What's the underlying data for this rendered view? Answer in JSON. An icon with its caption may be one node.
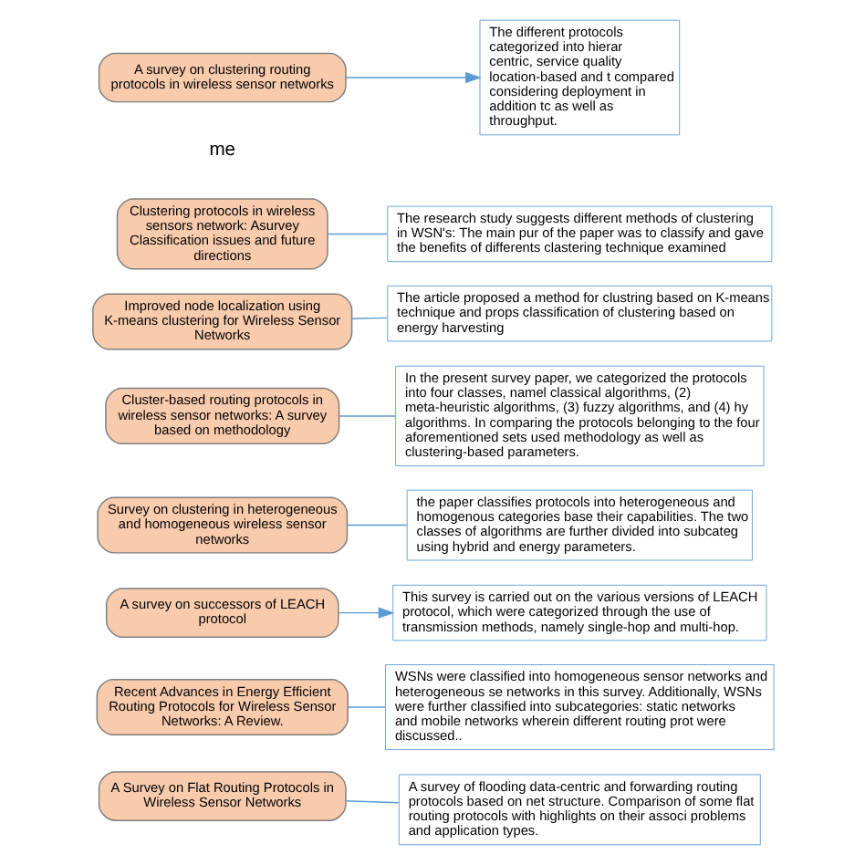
{
  "diagram": {
    "nodes": [
      {
        "text": [
          "Clustering protocols in wireless sensors network: Asurvey Classification issues and future directions"
        ]
      },
      {
        "text": [
          "The research study suggests different methods of clustering in WSN's: The main pur of the paper was to classify and gave the benefits of differents clastering technique examined"
        ]
      },
      {
        "text": [
          "Improved node localization using K-means clustering for Wireless Sensor Networks"
        ]
      },
      {
        "text": [
          "The article proposed a method for clustring based on K-means technique and props classification of clustering based on energy harvesting"
        ]
      },
      {
        "text": [
          "Cluster-based routing protocols in wireless sensor networks: A survey based on methodology"
        ]
      },
      {
        "text": [
          "In the present survey paper, we categorized the protocols into four classes, namel classical algorithms, (2) meta-heuristic algorithms, (3) fuzzy algorithms, and (4) hy algorithms. In comparing the protocols belonging to the four aforementioned sets used methodology as well as clustering-based parameters."
        ]
      },
      {
        "text": [
          "Survey on clustering in heterogeneous and homogeneous wireless sensor networks"
        ]
      },
      {
        "text": [
          "the paper classifies protocols into heterogeneous and homogenous categories base their capabilities. The two classes of algorithms are further divided into subcateg using hybrid and energy parameters."
        ]
      },
      {
        "text": [
          "A survey on successors of LEACH protocol"
        ]
      },
      {
        "text": [
          "This survey is carried out on the various versions of LEACH protocol, which were categorized through the use of transmission methods, namely single-hop and multi-hop."
        ]
      },
      {
        "text": [
          "A survey on clustering routing protocols in wireless sensor networks"
        ]
      },
      {
        "text": [
          "The different protocols categorized into hierar centric, service quality location-based and t compared considering deployment in addition tc as well as throughput."
        ]
      },
      {
        "text": [
          "Recent Advances in Energy Efficient Routing Protocols for Wireless Sensor Networks: A Review."
        ]
      },
      {
        "text": [
          "WSNs were classified into homogeneous sensor networks and heterogeneous se networks in this survey. Additionally, WSNs were further classified into subcategories: static networks and mobile networks wherein different routing prot were discussed.."
        ]
      },
      {
        "text": [
          "A Survey on Flat Routing Protocols in Wireless Sensor Networks"
        ]
      },
      {
        "text": [
          "A survey of flooding data-centric and forwarding routing protocols based on net structure. Comparison of some flat routing protocols with highlights on their associ problems and application types."
        ]
      }
    ],
    "edges": [
      {
        "from": 0,
        "to": 1,
        "arrow": "none"
      },
      {
        "from": 2,
        "to": 3,
        "arrow": "none"
      },
      {
        "from": 4,
        "to": 5,
        "arrow": "none"
      },
      {
        "from": 6,
        "to": 7,
        "arrow": "none"
      },
      {
        "from": 8,
        "to": 9,
        "arrow": "to"
      },
      {
        "from": 10,
        "to": 11,
        "arrow": "to"
      },
      {
        "from": 12,
        "to": 13,
        "arrow": "none"
      },
      {
        "from": 14,
        "to": 15,
        "arrow": "none"
      }
    ],
    "labels": [
      "me"
    ]
  }
}
